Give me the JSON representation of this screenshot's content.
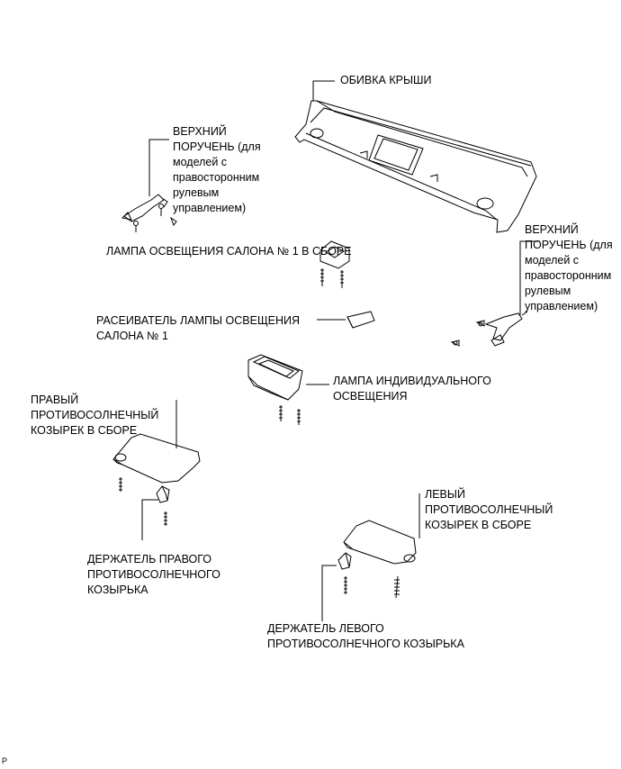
{
  "labels": {
    "roof_lining": "ОБИВКА КРЫШИ",
    "upper_handle_left": "ВЕРХНИЙ\nПОРУЧЕНЬ (для\nмоделей с\nправосторонним\nрулевым\nуправлением)",
    "upper_handle_right": "ВЕРХНИЙ\nПОРУЧЕНЬ (для\nмоделей с\nправосторонним\nрулевым\nуправлением)",
    "room_lamp_assy": "ЛАМПА ОСВЕЩЕНИЯ САЛОНА № 1 В СБОРЕ",
    "room_lamp_lens": "РАСЕИВАТЕЛЬ ЛАМПЫ ОСВЕЩЕНИЯ\nСАЛОНА № 1",
    "map_lamp": "ЛАМПА ИНДИВИДУАЛЬНОГО\nОСВЕЩЕНИЯ",
    "right_visor": "ПРАВЫЙ\nПРОТИВОСОЛНЕЧНЫЙ\nКОЗЫРЕК В СБОРЕ",
    "right_visor_holder": "ДЕРЖАТЕЛЬ ПРАВОГО\nПРОТИВОСОЛНЕЧНОГО\nКОЗЫРЬКА",
    "left_visor": "ЛЕВЫЙ\nПРОТИВОСОЛНЕЧНЫЙ\nКОЗЫРЕК В СБОРЕ",
    "left_visor_holder": "ДЕРЖАТЕЛЬ ЛЕВОГО\nПРОТИВОСОЛНЕЧНОГО КОЗЫРЬКА",
    "corner_code": "P"
  }
}
